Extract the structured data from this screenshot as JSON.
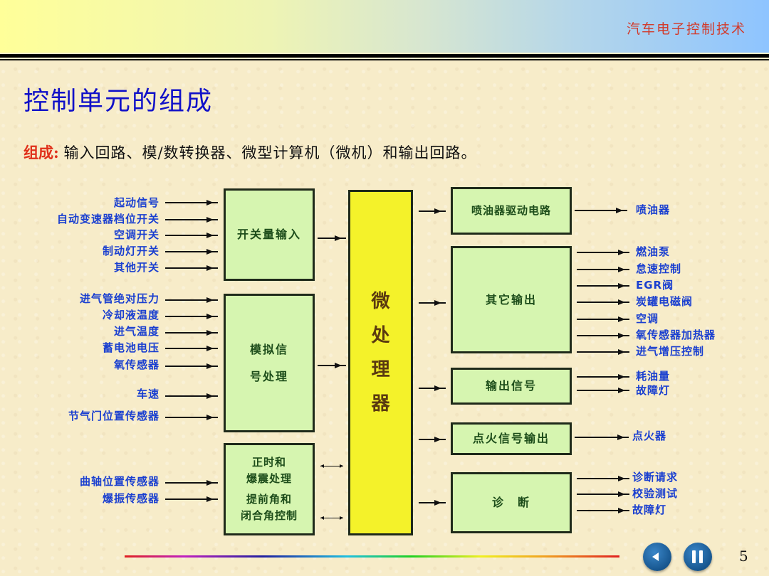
{
  "header": {
    "course_title": "汽车电子控制技术",
    "gradient_colors": [
      "#ffff99",
      "#8ec4ff"
    ]
  },
  "slide": {
    "title": "控制单元的组成",
    "intro_label": "组成:",
    "intro_text": "输入回路、模/数转换器、微型计算机（微机）和输出回路。"
  },
  "diagram": {
    "input_blocks": [
      {
        "label": "开关量输入",
        "signals": [
          "起动信号",
          "自动变速器档位开关",
          "空调开关",
          "制动灯开关",
          "其他开关"
        ]
      },
      {
        "label_lines": [
          "模拟信",
          "号处理"
        ],
        "signals": [
          "进气管绝对压力",
          "冷却液温度",
          "进气温度",
          "蓄电池电压",
          "氧传感器",
          "车速",
          "节气门位置传感器"
        ]
      },
      {
        "label_lines": [
          "正时和",
          "爆震处理",
          "提前角和",
          "闭合角控制"
        ],
        "signals": [
          "曲轴位置传感器",
          "爆振传感器"
        ]
      }
    ],
    "processor": {
      "label_chars": [
        "微",
        "处",
        "理",
        "器"
      ],
      "fill_color": "#f4f22a"
    },
    "output_blocks": [
      {
        "label": "喷油器驱动电路",
        "signals": [
          "喷油器"
        ]
      },
      {
        "label": "其它输出",
        "signals": [
          "燃油泵",
          "怠速控制",
          "EGR阀",
          "炭罐电磁阀",
          "空调",
          "氧传感器加热器",
          "进气增压控制"
        ]
      },
      {
        "label": "输出信号",
        "signals": [
          "耗油量",
          "故障灯"
        ]
      },
      {
        "label": "点火信号输出",
        "signals": [
          "点火器"
        ]
      },
      {
        "label": "诊　断",
        "signals": [
          "诊断请求",
          "校验测试",
          "故障灯"
        ]
      }
    ],
    "block_fill_color": "#d6f5b0",
    "signal_text_color": "#1a3fd0"
  },
  "footer": {
    "prev_button_icon": "previous-icon",
    "pause_button_icon": "pause-icon",
    "page_number": "5"
  }
}
